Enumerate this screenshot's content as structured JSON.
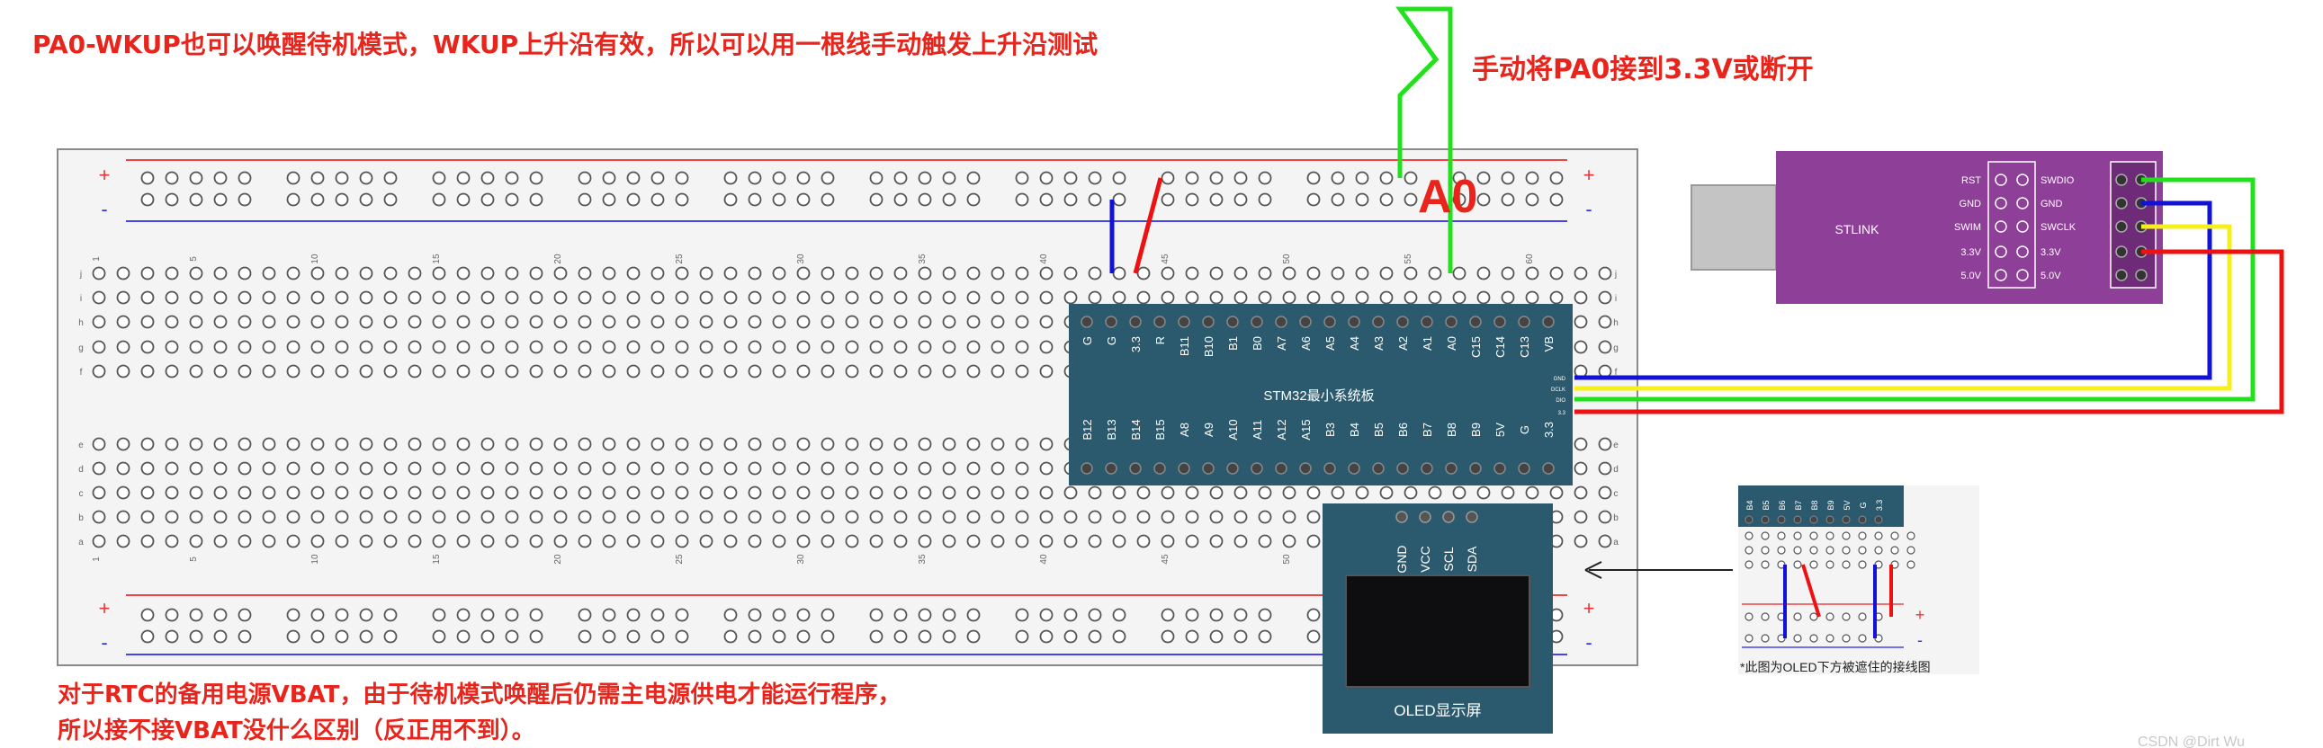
{
  "annotations": {
    "top_note": "PA0-WKUP也可以唤醒待机模式，WKUP上升沿有效，所以可以用一根线手动触发上升沿测试",
    "switch_note": "手动将PA0接到3.3V或断开",
    "pin_label": "A0",
    "vbat_note_line1": "对于RTC的备用电源VBAT，由于待机模式唤醒后仍需主电源供电才能运行程序，",
    "vbat_note_line2": "所以接不接VBAT没什么区别（反正用不到）。"
  },
  "breadboard": {
    "plus": "+",
    "minus": "-",
    "col_numbers": [
      "1",
      "5",
      "10",
      "15",
      "20",
      "25",
      "30",
      "35",
      "40",
      "45",
      "50",
      "55",
      "60"
    ],
    "row_letters_top": [
      "j",
      "i",
      "h",
      "g",
      "f"
    ],
    "row_letters_bottom": [
      "e",
      "d",
      "c",
      "b",
      "a"
    ]
  },
  "stm32": {
    "title": "STM32最小系统板",
    "top_pins": [
      "G",
      "G",
      "3.3",
      "R",
      "B11",
      "B10",
      "B1",
      "B0",
      "A7",
      "A6",
      "A5",
      "A4",
      "A3",
      "A2",
      "A1",
      "A0",
      "C15",
      "C14",
      "C13",
      "VB"
    ],
    "bottom_pins": [
      "B12",
      "B13",
      "B14",
      "B15",
      "A8",
      "A9",
      "A10",
      "A11",
      "A12",
      "A15",
      "B3",
      "B4",
      "B5",
      "B6",
      "B7",
      "B8",
      "B9",
      "5V",
      "G",
      "3.3"
    ],
    "side_pins": [
      "GND",
      "DCLK",
      "DIO",
      "3.3"
    ]
  },
  "oled": {
    "pins": [
      "GND",
      "VCC",
      "SCL",
      "SDA"
    ],
    "label": "OLED显示屏"
  },
  "stlink": {
    "name": "STLINK",
    "left_labels": [
      "RST",
      "GND",
      "SWIM",
      "3.3V",
      "5.0V"
    ],
    "right_labels": [
      "SWDIO",
      "GND",
      "SWCLK",
      "3.3V",
      "5.0V"
    ]
  },
  "inset": {
    "pins": [
      "B4",
      "B5",
      "B6",
      "B7",
      "B8",
      "B9",
      "5V",
      "G",
      "3.3"
    ],
    "plus": "+",
    "minus": "-",
    "caption": "*此图为OLED下方被遮住的接线图"
  },
  "watermark": "CSDN @Dirt Wu",
  "colors": {
    "annotation_red": "#e8251c",
    "wire_green": "#22e01c",
    "wire_blue": "#1212d6",
    "wire_yellow": "#f5ef1a",
    "wire_red": "#ee1111",
    "board_teal": "#2b5a6e",
    "stlink_purple": "#8e3f98"
  }
}
